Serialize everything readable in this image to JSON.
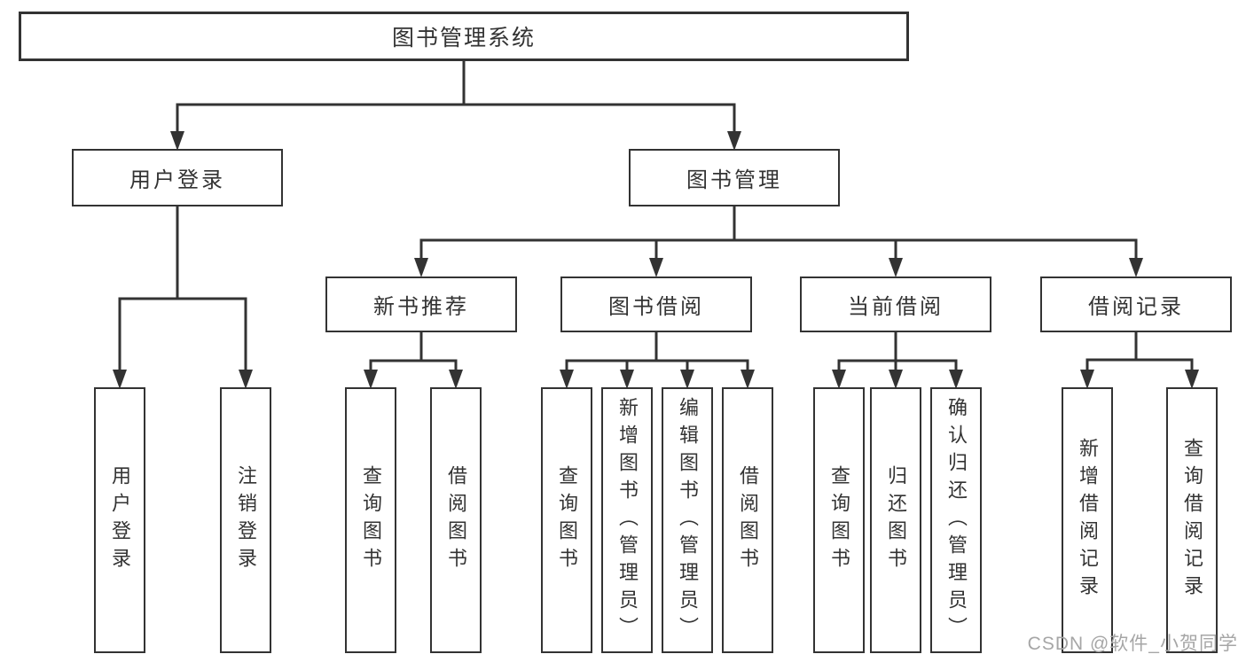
{
  "tree": {
    "root": {
      "label": "图书管理系统"
    },
    "user_login": {
      "label": "用户登录",
      "children": [
        {
          "label": "用户登录"
        },
        {
          "label": "注销登录"
        }
      ]
    },
    "book_mgmt": {
      "label": "图书管理",
      "modules": [
        {
          "label": "新书推荐",
          "children": [
            {
              "label": "查询图书"
            },
            {
              "label": "借阅图书"
            }
          ]
        },
        {
          "label": "图书借阅",
          "children": [
            {
              "label": "查询图书"
            },
            {
              "label": "新增图书（管理员）"
            },
            {
              "label": "编辑图书（管理员）"
            },
            {
              "label": "借阅图书"
            }
          ]
        },
        {
          "label": "当前借阅",
          "children": [
            {
              "label": "查询图书"
            },
            {
              "label": "归还图书"
            },
            {
              "label": "确认归还（管理员）"
            }
          ]
        },
        {
          "label": "借阅记录",
          "children": [
            {
              "label": "新增借阅记录"
            },
            {
              "label": "查询借阅记录"
            }
          ]
        }
      ]
    }
  },
  "watermark": {
    "text": "CSDN @软件_小贺同学"
  },
  "colors": {
    "line": "#333333",
    "text": "#333333",
    "background": "#ffffff",
    "watermark": "#a6a6a6"
  }
}
